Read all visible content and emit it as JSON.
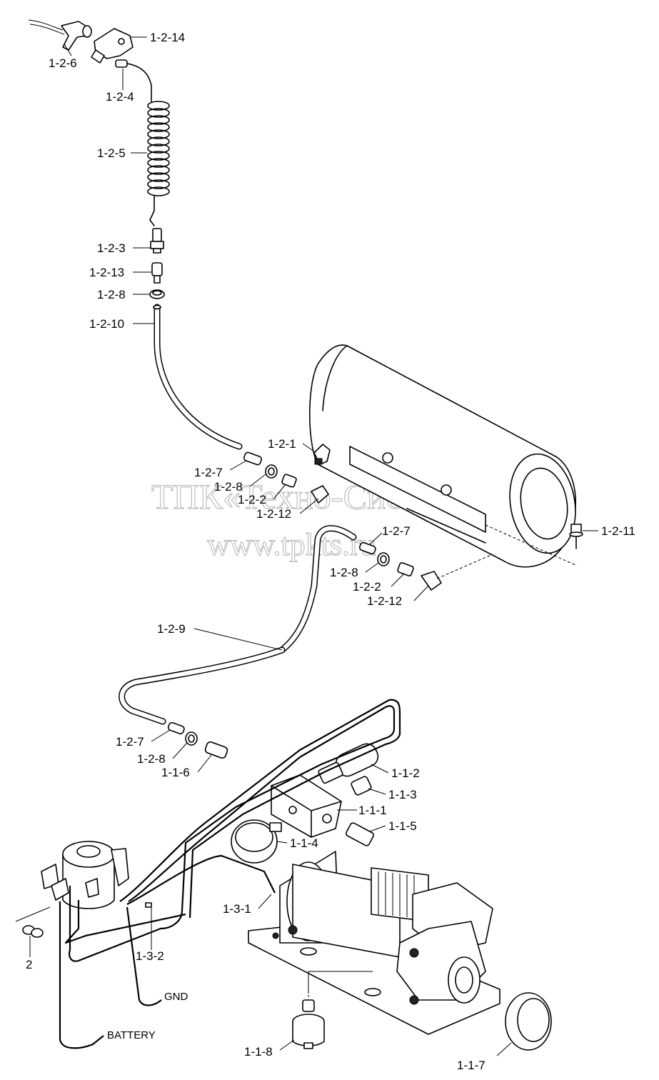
{
  "watermark": {
    "line1": "ТПК«Техно-Сиб»",
    "line2": "www.tpkts.ru"
  },
  "labels": {
    "p1_2_14": "1-2-14",
    "p1_2_6": "1-2-6",
    "p1_2_4": "1-2-4",
    "p1_2_5": "1-2-5",
    "p1_2_3": "1-2-3",
    "p1_2_13": "1-2-13",
    "p1_2_8_top": "1-2-8",
    "p1_2_10": "1-2-10",
    "p1_2_1": "1-2-1",
    "p1_2_7_a": "1-2-7",
    "p1_2_8_a": "1-2-8",
    "p1_2_2_a": "1-2-2",
    "p1_2_12_a": "1-2-12",
    "p1_2_11": "1-2-11",
    "p1_2_7_b": "1-2-7",
    "p1_2_8_b": "1-2-8",
    "p1_2_2_b": "1-2-2",
    "p1_2_12_b": "1-2-12",
    "p1_2_9": "1-2-9",
    "p1_2_7_c": "1-2-7",
    "p1_2_8_c": "1-2-8",
    "p1_1_6": "1-1-6",
    "p1_1_2": "1-1-2",
    "p1_1_3": "1-1-3",
    "p1_1_1": "1-1-1",
    "p1_1_5": "1-1-5",
    "p1_1_4": "1-1-4",
    "p1_3_1": "1-3-1",
    "p1_3_2": "1-3-2",
    "p2": "2",
    "gnd": "GND",
    "battery": "BATTERY",
    "p1_1_8": "1-1-8",
    "p1_1_7": "1-1-7"
  }
}
